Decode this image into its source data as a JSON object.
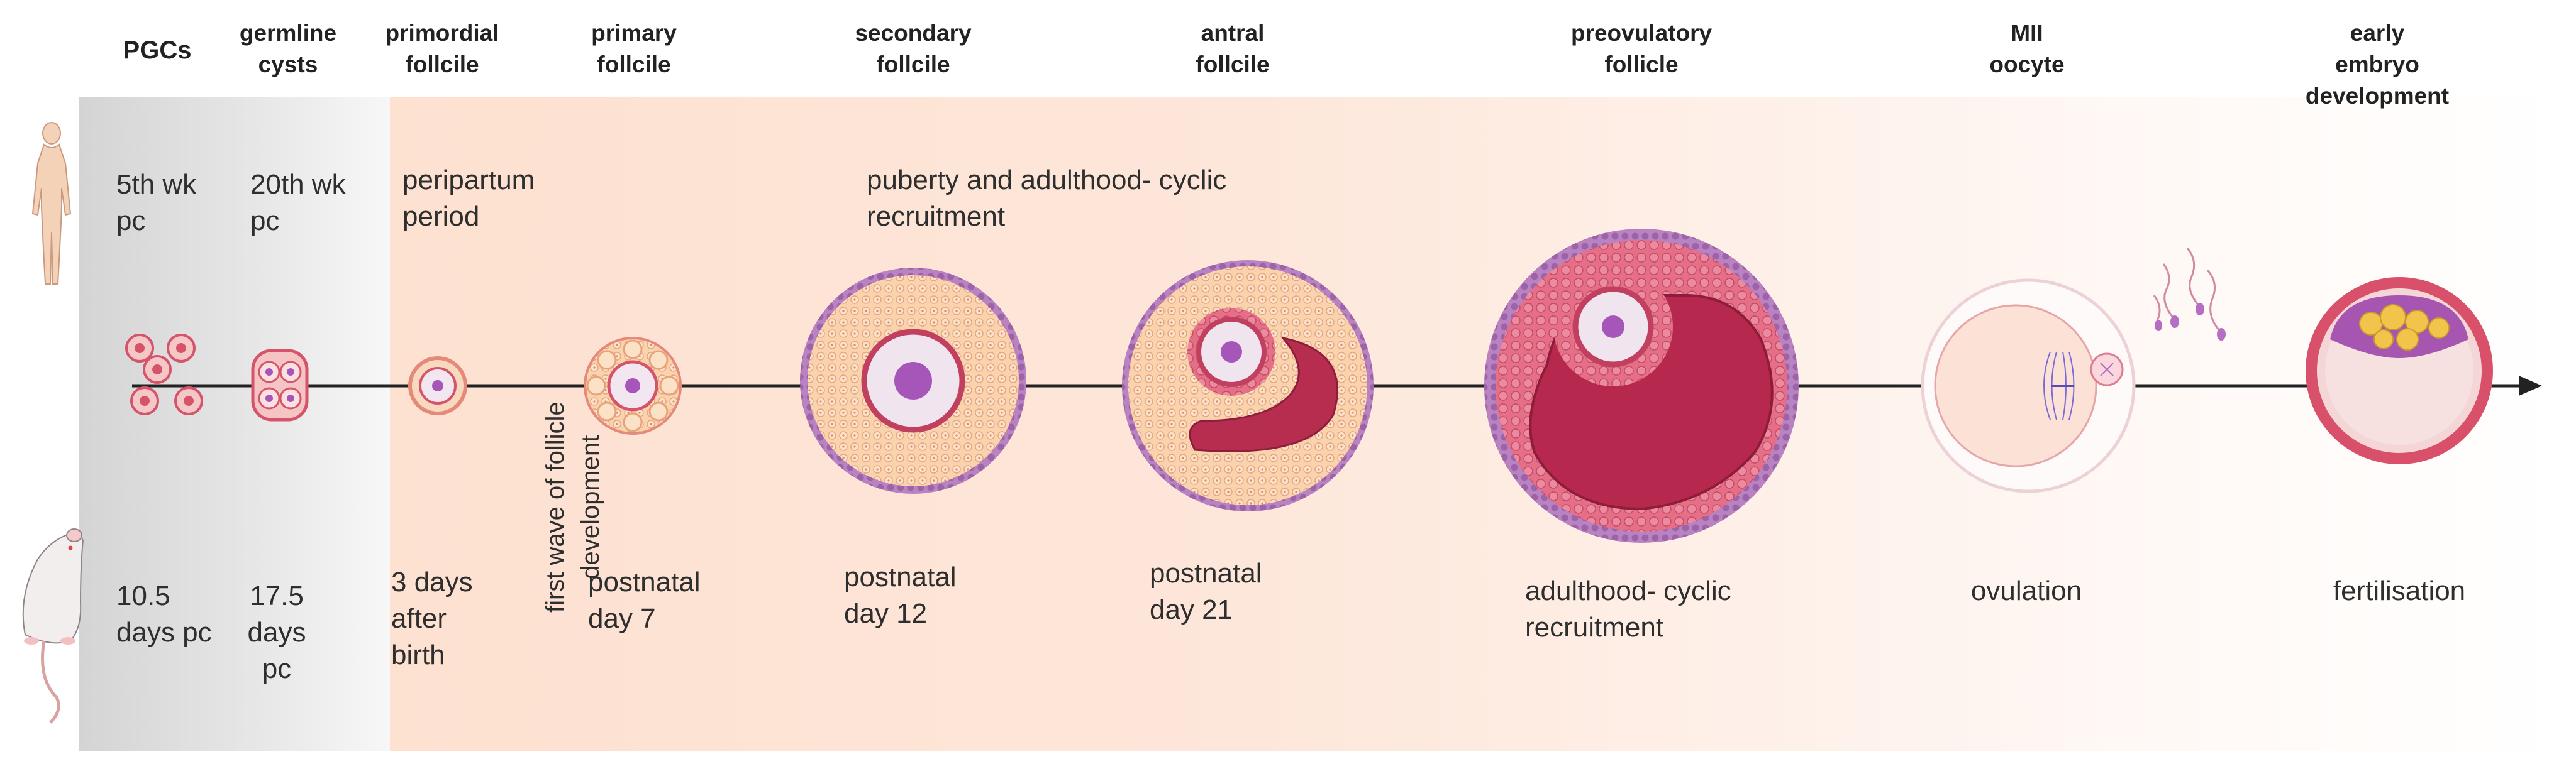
{
  "stages": [
    {
      "key": "pgcs",
      "label": "PGCs"
    },
    {
      "key": "germline",
      "label": "germline\ncysts"
    },
    {
      "key": "primordial",
      "label": "primordial\nfollcile"
    },
    {
      "key": "primary",
      "label": "primary\nfollcile"
    },
    {
      "key": "secondary",
      "label": "secondary\nfollcile"
    },
    {
      "key": "antral",
      "label": "antral\nfollcile"
    },
    {
      "key": "preovulatory",
      "label": "preovulatory\nfollicle"
    },
    {
      "key": "mii",
      "label": "MII\noocyte"
    },
    {
      "key": "embryo",
      "label": "early\nembryo\ndevelopment"
    }
  ],
  "human_timeline": {
    "pgcs": "5th wk\npc",
    "germline": "20th wk\npc",
    "peripartum": "peripartum\nperiod",
    "puberty": "puberty and adulthood- cyclic\nrecruitment"
  },
  "mouse_timeline": {
    "pgcs": "10.5\ndays pc",
    "germline": "17.5\ndays\npc",
    "primordial": "3 days\nafter\nbirth",
    "first_wave": "first wave of follicle\ndevelopment",
    "primary": "postnatal\nday 7",
    "secondary": "postnatal\nday 12",
    "antral": "postnatal\nday 21",
    "preovulatory": "adulthood- cyclic\nrecruitment",
    "mii": "ovulation",
    "embryo": "fertilisation"
  },
  "icons": {
    "human": "human-figure-icon",
    "mouse": "mouse-icon"
  },
  "colors": {
    "grey_panel": "#dcdcdc",
    "peach_panel": "#fde3d4",
    "timeline": "#222222",
    "granulosa": "#f7cfa8",
    "theca": "#c98bc6",
    "antrum": "#b8304f",
    "oocyte": "#efe4ef",
    "nucleus": "#a655b8",
    "membrane": "#d9506a"
  }
}
